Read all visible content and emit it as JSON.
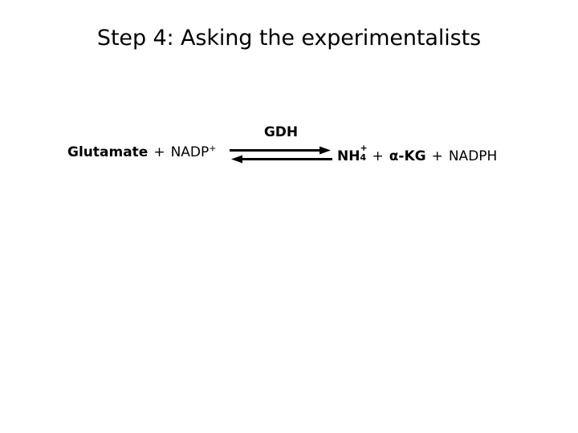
{
  "slide": {
    "title": "Step 4: Asking the experimentalists",
    "background_color": "#ffffff",
    "text_color": "#000000"
  },
  "reaction": {
    "catalyst": "GDH",
    "arrow_type": "equilibrium-double-arrow",
    "forward_direction": "right",
    "reverse_direction": "left",
    "reactants": [
      {
        "label": "Glutamate",
        "bold": true
      },
      {
        "label": "NADP",
        "superscript": "+",
        "bold": false
      }
    ],
    "products": [
      {
        "label": "NH",
        "subscript": "4",
        "superscript": "+",
        "bold": true
      },
      {
        "label": "α-KG",
        "bold": true
      },
      {
        "label": "NADPH",
        "bold": false
      }
    ],
    "separator": "+"
  }
}
